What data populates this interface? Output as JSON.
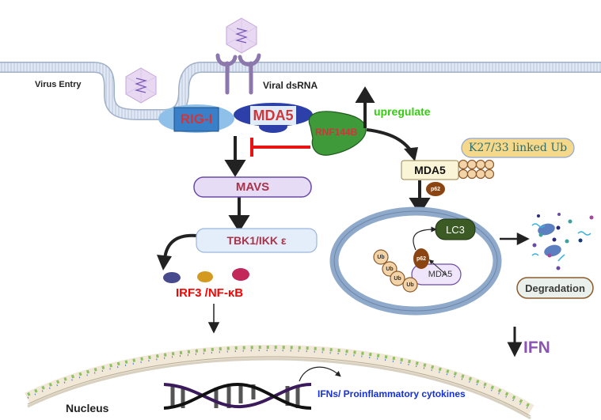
{
  "diagram": {
    "membrane": {
      "virus_entry_label": "Virus  Entry",
      "viral_dsrna_label": "Viral dsRNA"
    },
    "sensors": {
      "rig_i": "RIG-I",
      "mda5": "MDA5"
    },
    "rnf144b": "RNF144B",
    "upregulate_label": "upregulate",
    "mavs": "MAVS",
    "tbk1": "TBK1/IKK ε",
    "irf3_nfkb": "IRF3 /NF-κB",
    "right_branch": {
      "mda5": "MDA5",
      "ub_chain_label": "K27/33 linked Ub",
      "p62": "p62"
    },
    "autophagosome": {
      "lc3": "LC3",
      "p62": "p62",
      "mda5": "MDA5",
      "ub_labels": [
        "Ub",
        "Ub",
        "Ub",
        "Ub"
      ]
    },
    "degradation_label": "Degradation",
    "ifn_label": "IFN",
    "nucleus_label": "Nucleus",
    "cytokines_label": "IFNs/ Proinflammatory cytokines",
    "colors": {
      "red_label": "#d1353a",
      "bright_red": "#ff0000",
      "green_label": "#33cc11",
      "rnf_fill": "#3f9a3a",
      "mavs_fill": "#e6dcf5",
      "tbk_fill": "#e4eefb",
      "lc3_fill": "#3b5a24",
      "p62_fill": "#8b4513",
      "ub_fill": "#f3d3a8",
      "ifn_purple": "#8a55b0",
      "cytokine_blue": "#1530d8",
      "k27_fill": "#f5d88a",
      "k27_text": "#2e6e6e"
    }
  }
}
